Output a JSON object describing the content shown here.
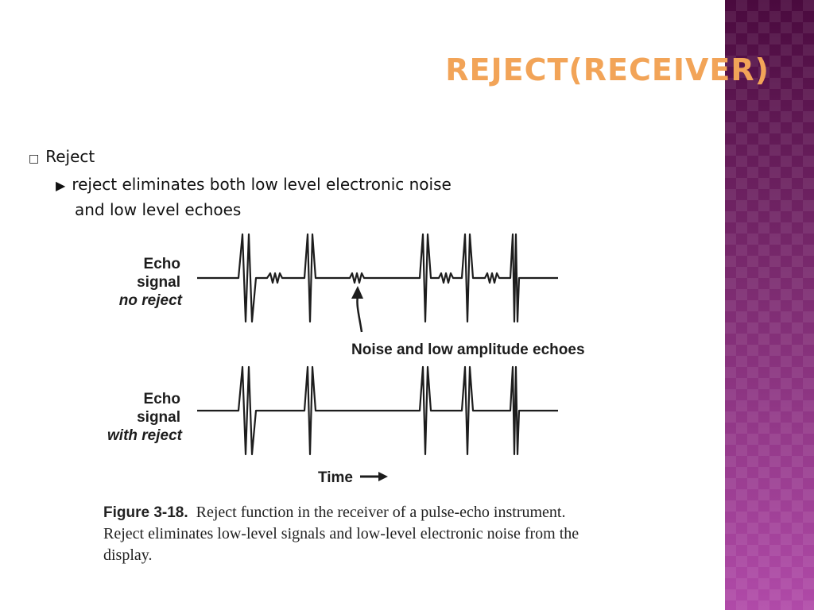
{
  "slide": {
    "title": "REJECT(RECEIVER)",
    "bullet_1": "Reject",
    "bullet_2_line1": "reject eliminates both low level electronic noise",
    "bullet_2_line2": "and low level echoes"
  },
  "figure": {
    "top_label_1": "Echo",
    "top_label_2": "signal",
    "top_label_3": "no reject",
    "bottom_label_1": "Echo",
    "bottom_label_2": "signal",
    "bottom_label_3": "with reject",
    "noise_annotation": "Noise and low amplitude echoes",
    "time_label": "Time",
    "caption_number": "Figure 3-18.",
    "caption_text": "Reject function in the receiver of a pulse-echo instrument. Reject eliminates low-level signals and low-level electronic noise from the display."
  },
  "colors": {
    "title": "#f2a458",
    "side_panel": "#6e1f62"
  },
  "icons": {
    "bullet_1_marker": "open-square-icon",
    "bullet_2_marker": "right-triangle-icon"
  }
}
